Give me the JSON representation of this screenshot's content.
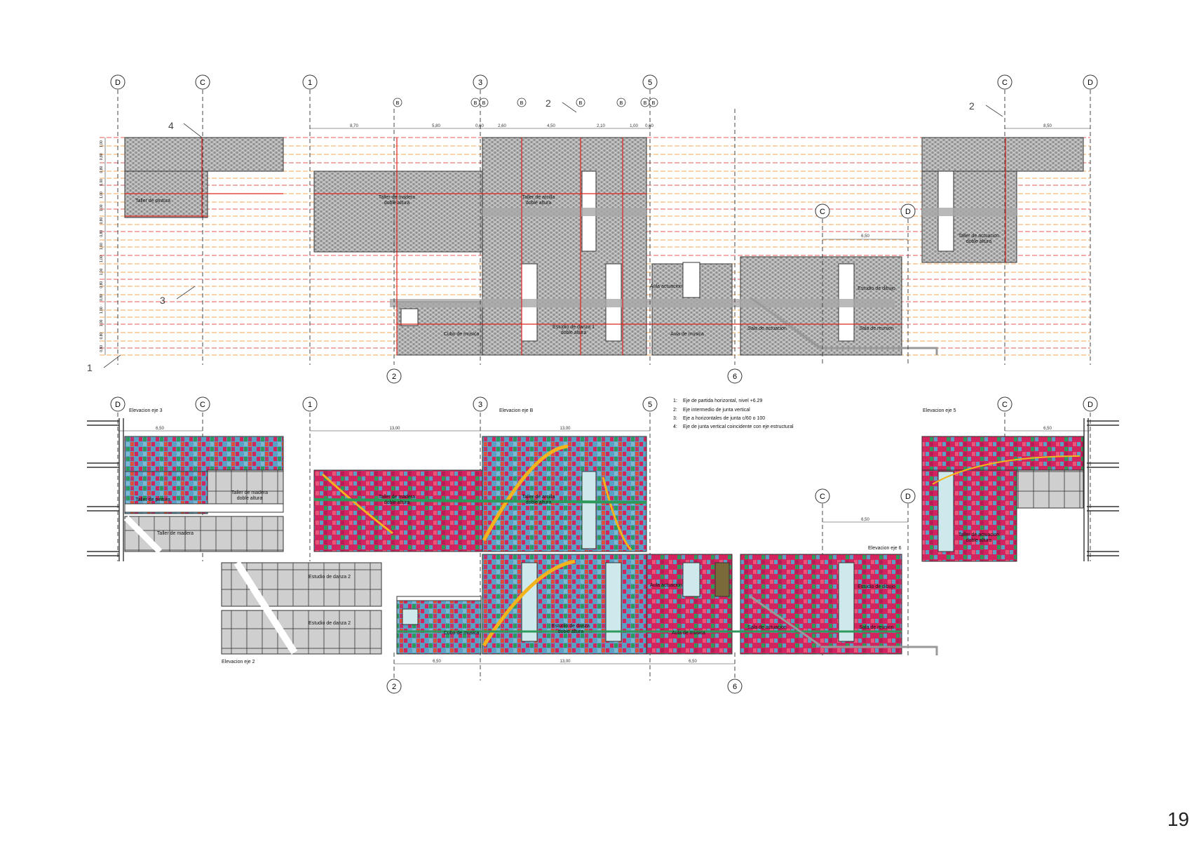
{
  "page_number": "19",
  "axis_labels": {
    "top": [
      "D",
      "C",
      "1",
      "3",
      "5",
      "C",
      "D"
    ],
    "bottom_top": [
      "2",
      "6"
    ],
    "mid_local": [
      "C",
      "D"
    ],
    "sub": [
      "B"
    ],
    "bottom_section_top": [
      "D",
      "C",
      "1",
      "3",
      "5",
      "C",
      "D"
    ],
    "bottom_section_mid": [
      "C",
      "D"
    ],
    "bottom_section_bottom": [
      "2",
      "6"
    ]
  },
  "callout_numbers": [
    "4",
    "2",
    "2",
    "3",
    "1"
  ],
  "dimensions_top": [
    "8,70",
    "5,80",
    "0,60",
    "2,60",
    "4,50",
    "2,10",
    "1,00",
    "0,60",
    "8,50"
  ],
  "row_dims": [
    "1,00",
    "0,80",
    "0,80",
    "1,00",
    "1,00",
    "1,00",
    "0,80",
    "0,80",
    "1,00",
    "1,00",
    "1,00",
    "0,80",
    "0,80",
    "1,00",
    "1,00",
    "0,80",
    "0,80"
  ],
  "dim_6_50": "6,50",
  "dims_bottom": [
    "6,50",
    "13,00",
    "6,50"
  ],
  "dims_section": [
    "6,50",
    "13,00",
    "13,00",
    "6,50",
    "6,50"
  ],
  "rooms_top": {
    "pintura": "Taller de pintura",
    "madera": [
      "Taller de madera",
      "doble altura"
    ],
    "arcilla": [
      "Taller de arcilla",
      "doble altura"
    ],
    "actuacion_top": [
      "Taller de actuacion",
      "doble altura"
    ],
    "aula_actuacion": "Aula actuacion",
    "estudio_dibujo": "Estudio de dibujo",
    "cubo_musica": "Cubo de musica",
    "estudio_danza": [
      "Estudio de danza 1",
      "doble altura"
    ],
    "aula_musica": "Aula de musica",
    "sala_actuacion": "Sala de actuacion",
    "sala_reunion": "Sala de reunion"
  },
  "elevations": {
    "eje3": "Elevacion eje 3",
    "ejeB": "Elevacion eje B",
    "eje5": "Elevacion eje 5",
    "eje6": "Elevacion eje 6",
    "eje2": "Elevacion eje 2"
  },
  "rooms_bottom": {
    "pintura": "Taller de pintura",
    "madera_da": [
      "Taller de madera",
      "doble altura"
    ],
    "madera": "Taller de madera",
    "madera2": [
      "Taller de madera",
      "doble altura"
    ],
    "arcilla": [
      "Taller de arcilla",
      "doble altura"
    ],
    "danza2a": "Estudio de danza 2",
    "danza2b": "Estudio de danza 2",
    "aula_actuacion": "Aula actuacion",
    "estudio_dibujo": "Estudio de dibujo",
    "cubo_musica": "Cubo de musica",
    "estudio_danza": [
      "Estudio de danza",
      "doble altura"
    ],
    "aula_musica": "Aula de musica",
    "sala_actuacion": "Sala de actuacion",
    "sala_reunion": "Sala de reunion",
    "actuacion": [
      "Taller de actuacion",
      "doble altura"
    ]
  },
  "legend": [
    {
      "n": "1:",
      "t": "Eje de partida horizontal, nivel  +6.29"
    },
    {
      "n": "2:",
      "t": "Eje intermedio de junta vertical"
    },
    {
      "n": "3:",
      "t": "Eje a horizontales de junta c/60 o 100"
    },
    {
      "n": "4:",
      "t": "Eje de junta vertical coincidente con eje estructural"
    }
  ],
  "colors": {
    "line": "#333333",
    "red": "#e0261f",
    "orange": "#f08a24",
    "brick": "#9a9a9a",
    "mosaic_blue": "#5b9fc4",
    "mosaic_red": "#d2245f",
    "mosaic_green": "#2c9a5a",
    "mosaic_yellow": "#f2b31c",
    "glass": "#cde9ec",
    "panel": "#d2d2d2"
  }
}
